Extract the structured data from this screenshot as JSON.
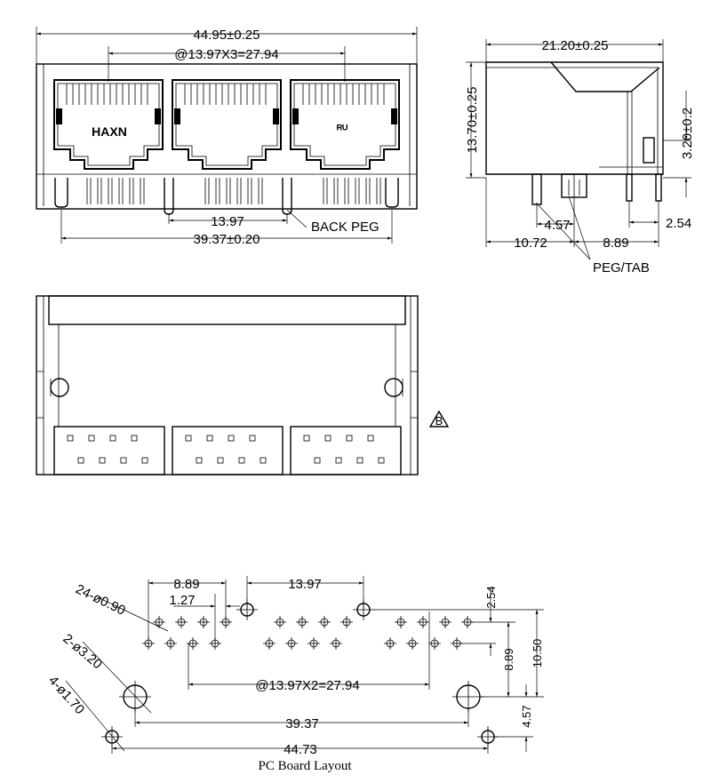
{
  "front_view": {
    "overall_width": "44.95±0.25",
    "pitch_label": "@13.97X3=27.94",
    "brand": "HAXN",
    "ul_mark": "ᴿᵁ",
    "pitch": "13.97",
    "peg_span": "39.37±0.20",
    "back_peg": "BACK PEG"
  },
  "side_view": {
    "depth": "21.20±0.25",
    "height": "13.70±0.25",
    "led_height": "3.20±0.2",
    "peg_offset": "4.57",
    "tail_offset": "2.54",
    "front_offset": "10.72",
    "pin_offset": "8.89",
    "peg_tab": "PEG/TAB"
  },
  "bottom_view": {
    "rev_mark": "B"
  },
  "pcb_layout": {
    "title": "PC Board Layout",
    "hole_small": "24-ø0.90",
    "hole_large": "2-ø3.20",
    "hole_peg": "4-ø1.70",
    "row_span": "8.89",
    "stagger": "1.27",
    "pitch": "13.97",
    "pitch_total": "@13.97X2=27.94",
    "large_span": "39.37",
    "peg_span": "44.73",
    "v_254": "2.54",
    "v_889": "8.89",
    "v_1050": "10.50",
    "v_457": "4.57"
  }
}
